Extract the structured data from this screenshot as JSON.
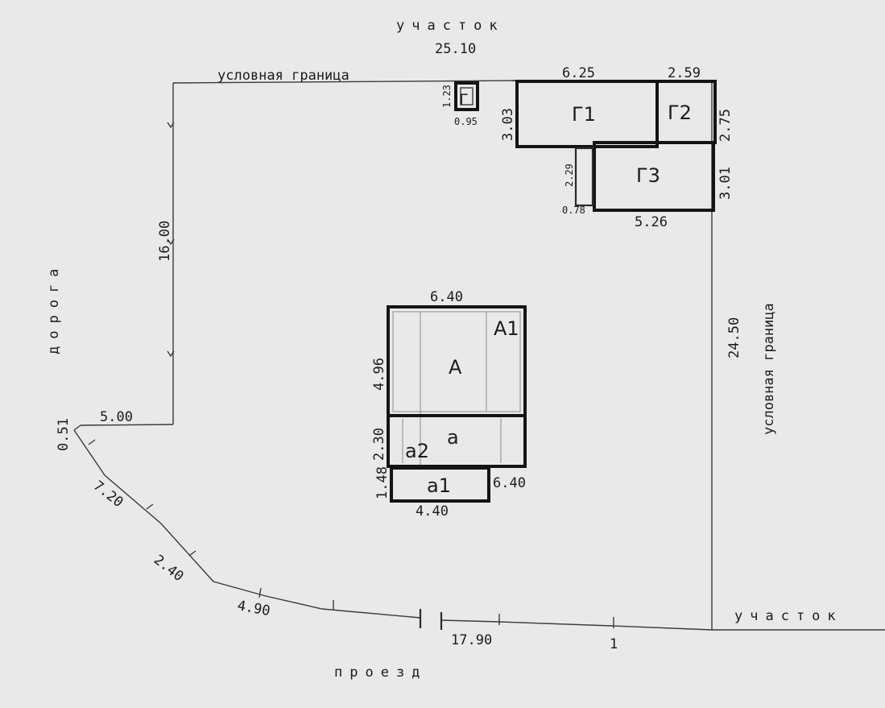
{
  "labels": {
    "top_plot": "участок",
    "top_plot_length": "25.10",
    "top_boundary": "условная граница",
    "right_boundary": "условная граница",
    "road": "дорога",
    "driveway": "проезд",
    "bottom_right_plot": "участок"
  },
  "dims": {
    "left_vertical": "16.00",
    "left_short": "5.00",
    "left_corner": "0.51",
    "seg_1": "7.20",
    "seg_2": "2.40",
    "seg_3": "4.90",
    "seg_4": "17.90",
    "seg_5": "1",
    "right_side": "24.50",
    "g1_width": "6.25",
    "g1_height": "3.03",
    "g2_width": "2.59",
    "g2_height": "2.75",
    "g3_width": "5.26",
    "g3_height": "3.01",
    "g3_left_height": "2.29",
    "g3_left_width": "0.78",
    "small_height": "1.23",
    "small_width": "0.95",
    "house_width": "6.40",
    "house_height": "4.96",
    "a_height": "2.30",
    "a_width": "6.40",
    "a1_height": "1.48",
    "a1_width": "4.40"
  },
  "buildings": {
    "g1": "Г1",
    "g2": "Г2",
    "g3": "Г3",
    "small": "Г",
    "house_main": "А",
    "house_a1": "А1",
    "veranda_a": "а",
    "veranda_a2": "а2",
    "porch_a1": "а1"
  }
}
